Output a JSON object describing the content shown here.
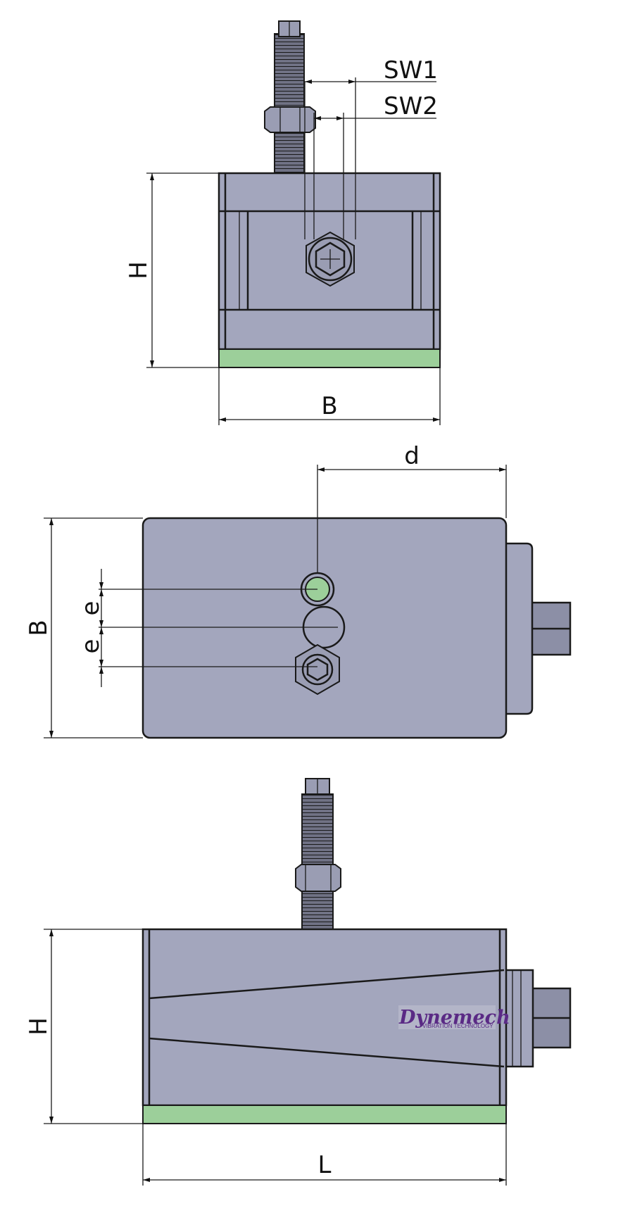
{
  "dimensions": {
    "sw1": "SW1",
    "sw2": "SW2",
    "h_front": "H",
    "b_front": "B",
    "d": "d",
    "b_top": "B",
    "e_upper": "e",
    "e_lower": "e",
    "h_side": "H",
    "l": "L"
  },
  "logo": {
    "name": "Dynemech",
    "tagline": "VIBRATION TECHNOLOGY"
  },
  "colors": {
    "body": "#a3a6bd",
    "pad": "#9ccf9a",
    "logo": "#5a2a85"
  }
}
